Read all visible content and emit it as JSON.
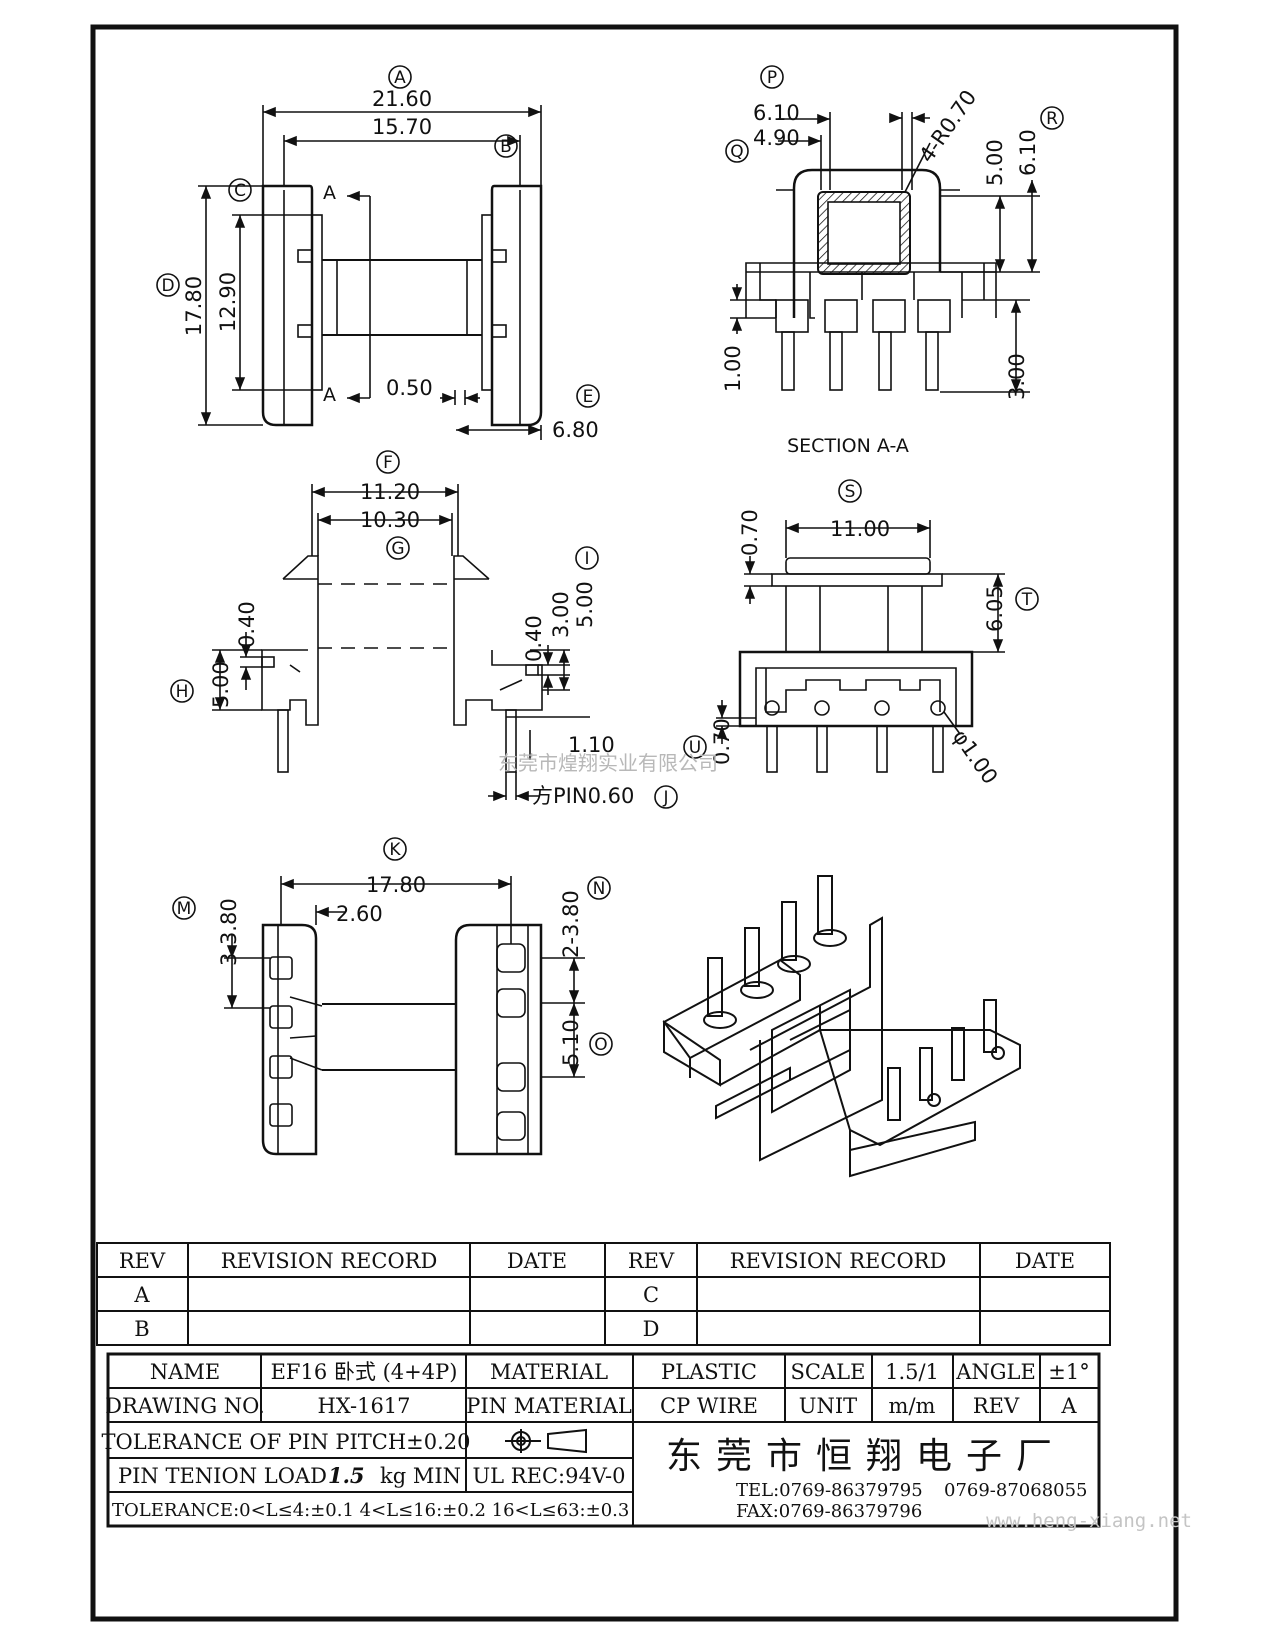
{
  "callouts": [
    "A",
    "B",
    "C",
    "D",
    "E",
    "F",
    "G",
    "H",
    "I",
    "J",
    "K",
    "M",
    "N",
    "O",
    "P",
    "Q",
    "R",
    "S",
    "T",
    "U"
  ],
  "dims": {
    "a": "21.60",
    "b": "15.70",
    "d": "17.80",
    "c": "12.90",
    "slot": "0.50",
    "e": "6.80",
    "sec_a": "A",
    "p1": "6.10",
    "p2": "4.90",
    "r": "4-R0.70",
    "v1": "5.00",
    "v2": "6.10",
    "v3": "1.00",
    "v4": "3.00",
    "section": "SECTION A-A",
    "f": "11.20",
    "g": "10.30",
    "h1": "0.40",
    "h2": "5.00",
    "i1": "0.40",
    "i2": "3.00",
    "i3": "5.00",
    "j1": "1.10",
    "j2": "方PIN0.60",
    "s": "11.00",
    "s1": "0.70",
    "t": "6.05",
    "u": "0.70",
    "u2": "φ1.00",
    "k": "17.80",
    "k2": "2.60",
    "m": "3-3.80",
    "n": "2-3.80",
    "o": "5.10"
  },
  "watermark": "东莞市煌翔实业有限公司",
  "revision": {
    "headers": [
      "REV",
      "REVISION RECORD",
      "DATE",
      "REV",
      "REVISION RECORD",
      "DATE"
    ],
    "rows": [
      [
        "A",
        "",
        "",
        "C",
        "",
        ""
      ],
      [
        "B",
        "",
        "",
        "D",
        "",
        ""
      ]
    ]
  },
  "title_block": {
    "name_label": "NAME",
    "name": "EF16 卧式 (4+4P)",
    "material_label": "MATERIAL",
    "material": "PLASTIC",
    "scale_label": "SCALE",
    "scale": "1.5/1",
    "angle_label": "ANGLE",
    "angle": "±1°",
    "drawing_no_label": "DRAWING NO.",
    "drawing_no": "HX-1617",
    "pin_material_label": "PIN MATERIAL",
    "pin_material": "CP WIRE",
    "unit_label": "UNIT",
    "unit": "m/m",
    "rev_label": "REV",
    "rev": "A",
    "tolerance_pitch": "TOLERANCE OF PIN PITCH±0.20",
    "pin_load_label": "PIN TENION LOAD",
    "pin_load_value": "1.5",
    "pin_load_unit": "kg MIN",
    "ul": "UL REC:94V-0",
    "tolerance": "TOLERANCE:0<L≤4:±0.1  4<L≤16:±0.2  16<L≤63:±0.3",
    "company": "东莞市恒翔电子厂",
    "tel": "TEL:0769-86379795",
    "tel2": "0769-87068055",
    "fax": "FAX:0769-86379796",
    "url": "www.heng-xiang.net"
  }
}
